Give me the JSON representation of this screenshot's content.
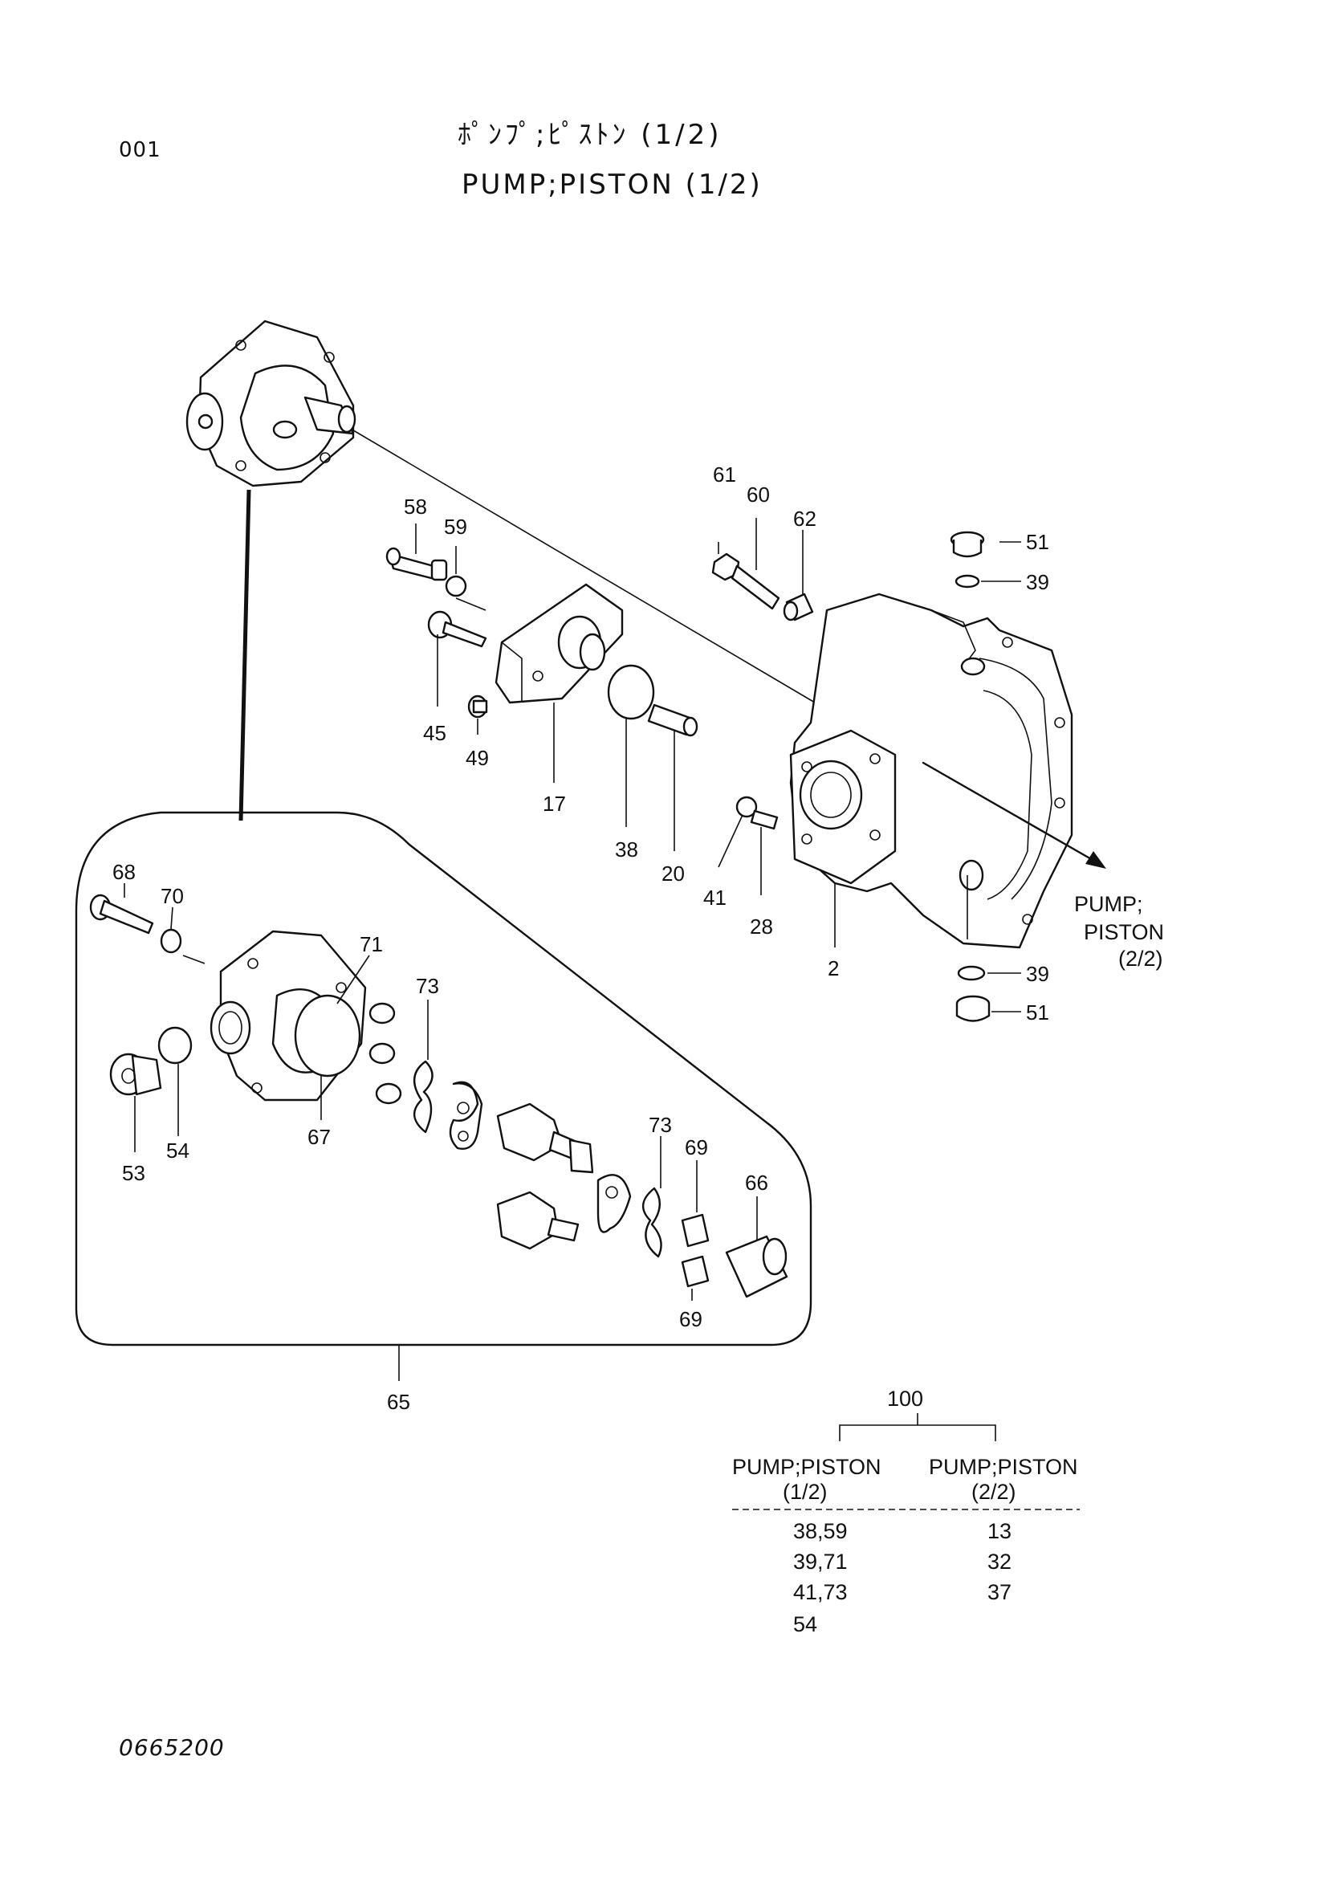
{
  "header": {
    "page_id": "001",
    "title_jp": "ﾎﾟﾝﾌﾟ;ﾋﾟｽﾄﾝ (1/2)",
    "title_en": "PUMP;PISTON (1/2)"
  },
  "callouts": {
    "c61": "61",
    "c60": "60",
    "c62": "62",
    "c58": "58",
    "c59": "59",
    "c51a": "51",
    "c39a": "39",
    "c45": "45",
    "c49": "49",
    "c17": "17",
    "c38": "38",
    "c20": "20",
    "c41": "41",
    "c28": "28",
    "c2": "2",
    "c39b": "39",
    "c51b": "51",
    "c68": "68",
    "c70": "70",
    "c71": "71",
    "c73a": "73",
    "c67": "67",
    "c54": "54",
    "c53": "53",
    "c73b": "73",
    "c69a": "69",
    "c66": "66",
    "c69b": "69",
    "c65": "65"
  },
  "arrow_note": {
    "line1": "PUMP;",
    "line2": "PISTON",
    "line3": "(2/2)"
  },
  "table": {
    "group_label": "100",
    "col1_header_1": "PUMP;PISTON",
    "col1_header_2": "(1/2)",
    "col2_header_1": "PUMP;PISTON",
    "col2_header_2": "(2/2)",
    "rows": [
      {
        "col1": "38,59",
        "col2": "13"
      },
      {
        "col1": "39,71",
        "col2": "32"
      },
      {
        "col1": "41,73",
        "col2": "37"
      },
      {
        "col1": "54",
        "col2": ""
      }
    ]
  },
  "footer": {
    "drawing_no": "0665200"
  }
}
